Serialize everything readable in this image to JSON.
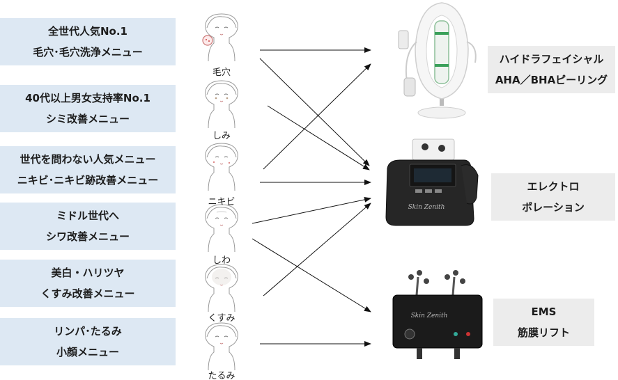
{
  "menus": [
    {
      "line1": "全世代人気No.1",
      "line2": "毛穴･毛穴洗浄メニュー"
    },
    {
      "line1": "40代以上男女支持率No.1",
      "line2": "シミ改善メニュー"
    },
    {
      "line1": "世代を問わない人気メニュー",
      "line2": "ニキビ･ニキビ跡改善メニュー"
    },
    {
      "line1": "ミドル世代へ",
      "line2": "シワ改善メニュー"
    },
    {
      "line1": "美白・ハリツヤ",
      "line2": "くすみ改善メニュー"
    },
    {
      "line1": "リンパ･たるみ",
      "line2": "小顔メニュー"
    }
  ],
  "faces": [
    {
      "label": "毛穴"
    },
    {
      "label": "しみ"
    },
    {
      "label": "ニキビ"
    },
    {
      "label": "しわ"
    },
    {
      "label": "くすみ"
    },
    {
      "label": "たるみ"
    }
  ],
  "devices": [
    {
      "line1": "ハイドラフェイシャル",
      "line2": "AHA／BHAピーリング"
    },
    {
      "line1": "エレクトロ",
      "line2": "ポレーション"
    },
    {
      "line1": "EMS",
      "line2": "筋膜リフト"
    }
  ],
  "device_brand": "Skin Zenith",
  "connections": [
    {
      "from": "毛穴",
      "to": [
        "ハイドラフェイシャル",
        "エレクトロ"
      ]
    },
    {
      "from": "しみ",
      "to": [
        "エレクトロ"
      ]
    },
    {
      "from": "ニキビ",
      "to": [
        "ハイドラフェイシャル",
        "エレクトロ"
      ]
    },
    {
      "from": "しわ",
      "to": [
        "エレクトロ",
        "EMS"
      ]
    },
    {
      "from": "くすみ",
      "to": [
        "エレクトロ"
      ]
    },
    {
      "from": "たるみ",
      "to": [
        "EMS"
      ]
    }
  ]
}
